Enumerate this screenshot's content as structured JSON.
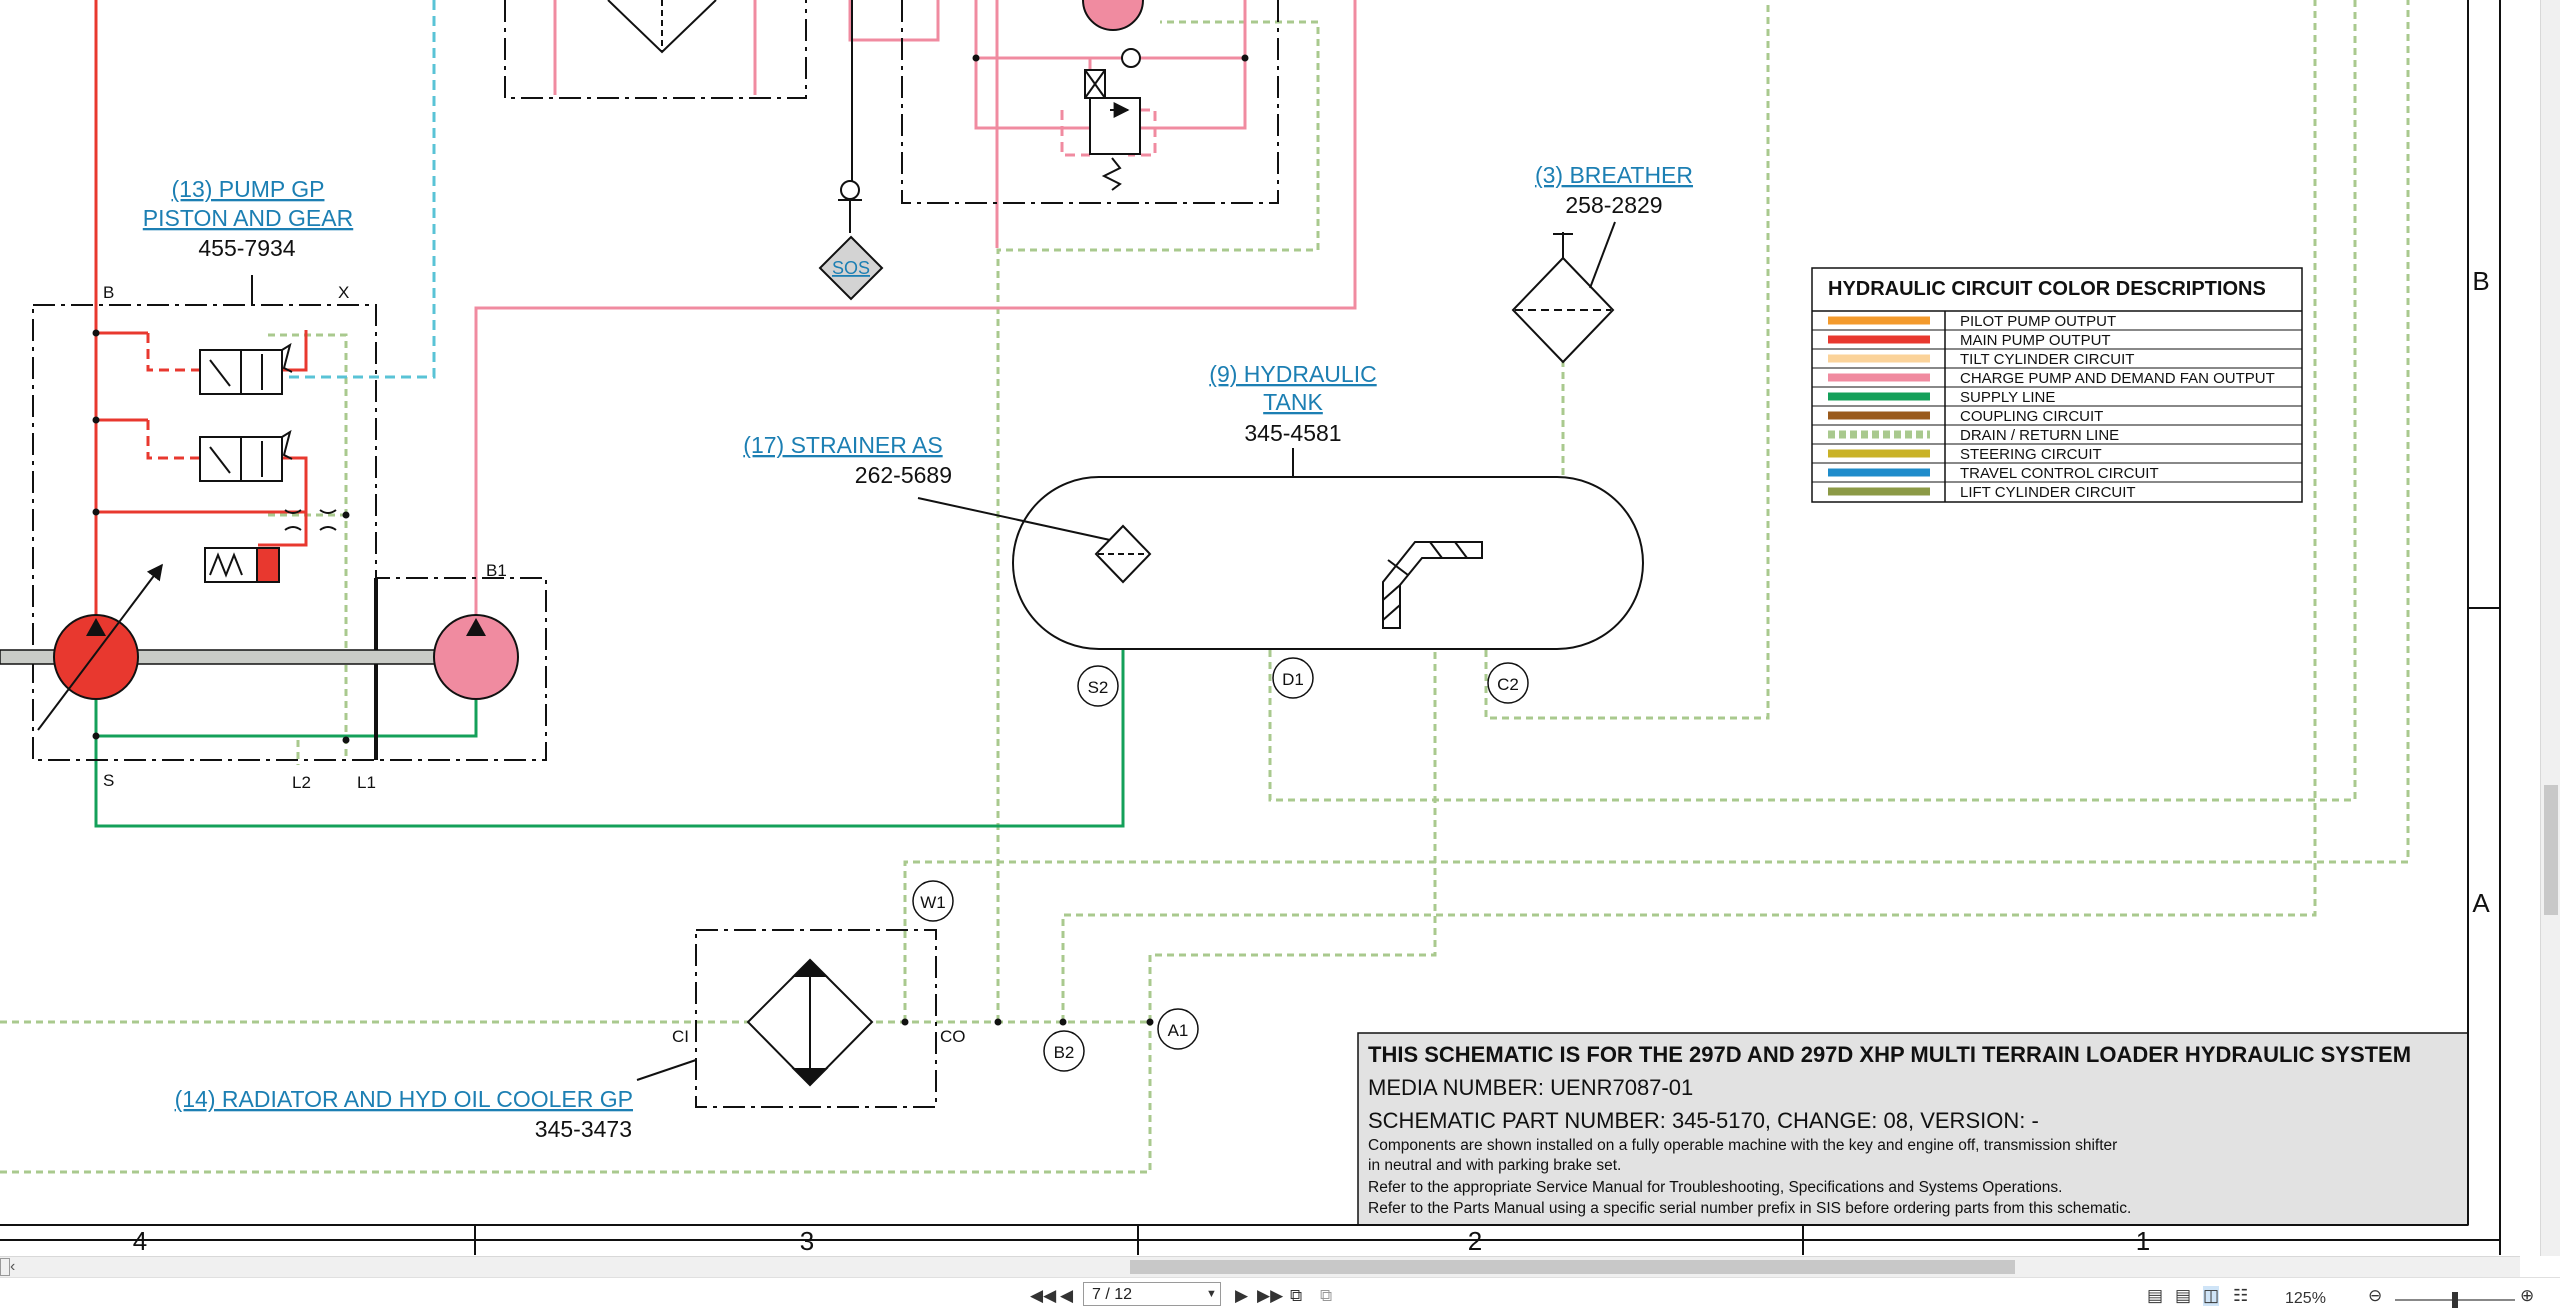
{
  "components": {
    "pump_gp": {
      "line1": "(13) PUMP GP",
      "line2": "PISTON AND GEAR",
      "part": "455-7934"
    },
    "breather": {
      "name": "(3) BREATHER",
      "part": "258-2829"
    },
    "tank": {
      "line1": "(9) HYDRAULIC",
      "line2": "TANK",
      "part": "345-4581"
    },
    "strainer": {
      "name": "(17) STRAINER AS",
      "part": "262-5689"
    },
    "radiator": {
      "name": "(14) RADIATOR AND HYD OIL COOLER GP",
      "part": "345-3473"
    },
    "sos": "SOS"
  },
  "ports": {
    "b": "B",
    "x": "X",
    "b1": "B1",
    "s": "S",
    "l2": "L2",
    "l1": "L1",
    "s2": "S2",
    "d1": "D1",
    "c2": "C2",
    "w1": "W1",
    "ci": "CI",
    "co": "CO",
    "b2": "B2",
    "a1": "A1"
  },
  "legend": {
    "title": "HYDRAULIC CIRCUIT COLOR DESCRIPTIONS",
    "rows": [
      {
        "label": "PILOT PUMP OUTPUT",
        "color": "#f39a2c",
        "style": "solid"
      },
      {
        "label": "MAIN PUMP OUTPUT",
        "color": "#e8382f",
        "style": "solid"
      },
      {
        "label": "TILT CYLINDER CIRCUIT",
        "color": "#fbd39a",
        "style": "solid"
      },
      {
        "label": "CHARGE PUMP AND DEMAND FAN OUTPUT",
        "color": "#f08ba0",
        "style": "solid"
      },
      {
        "label": "SUPPLY LINE",
        "color": "#14a05a",
        "style": "solid"
      },
      {
        "label": "COUPLING CIRCUIT",
        "color": "#9a5a1c",
        "style": "solid"
      },
      {
        "label": "DRAIN / RETURN LINE",
        "color": "#a9c98e",
        "style": "dashed"
      },
      {
        "label": "STEERING CIRCUIT",
        "color": "#c9b227",
        "style": "solid"
      },
      {
        "label": "TRAVEL CONTROL CIRCUIT",
        "color": "#1f8ccb",
        "style": "solid"
      },
      {
        "label": "LIFT CYLINDER CIRCUIT",
        "color": "#8c9a46",
        "style": "solid"
      }
    ]
  },
  "title_block": {
    "title": "THIS SCHEMATIC IS FOR THE 297D AND 297D XHP MULTI TERRAIN LOADER HYDRAULIC SYSTEM",
    "media": "MEDIA NUMBER: UENR7087-01",
    "part": "SCHEMATIC PART NUMBER: 345-5170, CHANGE: 08, VERSION: -",
    "note1": "Components are shown installed on a fully operable machine with the key and engine off, transmission shifter",
    "note2": "in neutral and with parking brake set.",
    "note3": "Refer to the appropriate Service Manual for Troubleshooting, Specifications and Systems Operations.",
    "note4": "Refer to the Parts Manual using a specific serial number prefix in SIS before ordering parts from this schematic."
  },
  "zones": {
    "cols": [
      "4",
      "3",
      "2",
      "1"
    ],
    "rows": [
      "B",
      "A"
    ]
  },
  "viewer": {
    "page": "7 / 12",
    "zoom": "125%",
    "icons": [
      "first-page-icon",
      "prev-page-icon",
      "next-page-icon",
      "last-page-icon",
      "fit-page-icon",
      "fit-width-icon"
    ]
  },
  "colors": {
    "main": "#e8382f",
    "charge": "#f08ba0",
    "supply": "#14a05a",
    "drain": "#a9c98e",
    "pilot_dashed": "#59c3d6",
    "shaft": "#c9ccc7",
    "link": "#1c7fb3"
  }
}
